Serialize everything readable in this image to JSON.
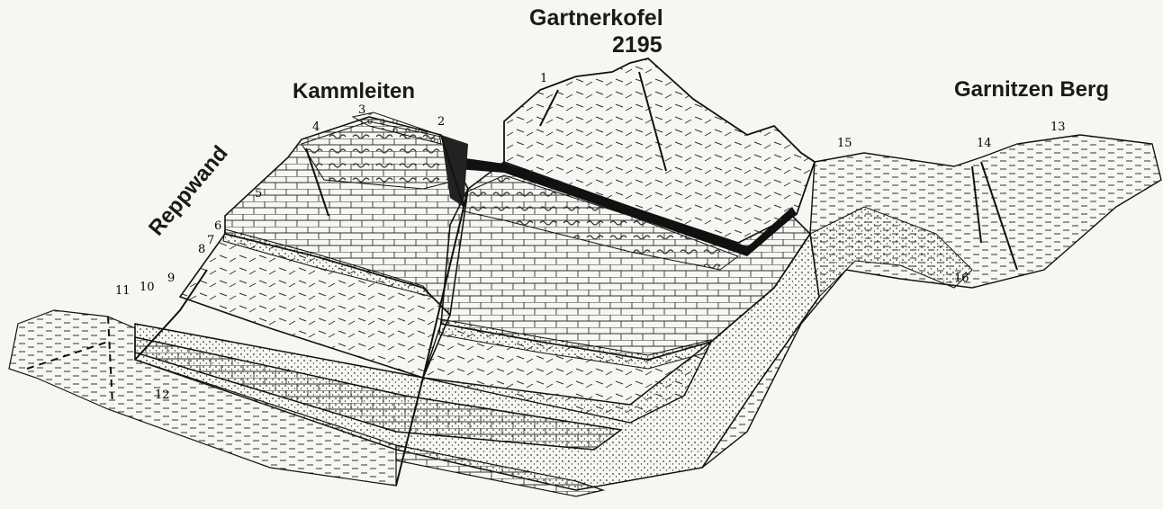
{
  "labels": {
    "gartnerkofel": "Gartnerkofel",
    "elevation": "2195",
    "kammleiten": "Kammleiten",
    "garnitzen": "Garnitzen Berg",
    "reppwand": "Reppwand"
  },
  "units": [
    "1",
    "2",
    "3",
    "4",
    "5",
    "6",
    "7",
    "8",
    "9",
    "10",
    "11",
    "12",
    "13",
    "14",
    "15",
    "16"
  ]
}
